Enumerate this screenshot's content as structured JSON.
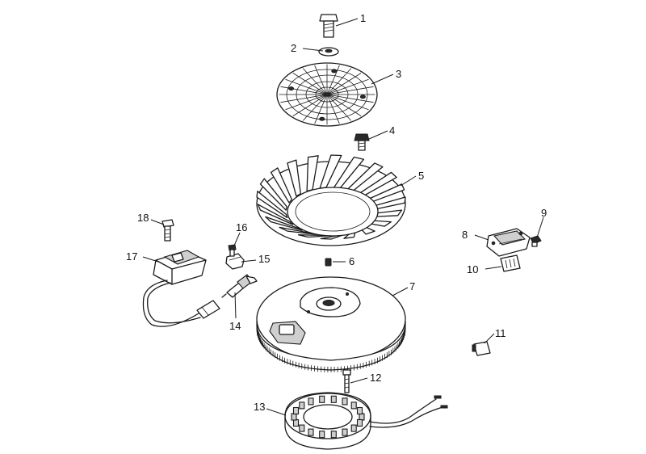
{
  "callouts": [
    {
      "id": "part-1-bolt",
      "label": "1"
    },
    {
      "id": "part-2-washer",
      "label": "2"
    },
    {
      "id": "part-3-screen",
      "label": "3"
    },
    {
      "id": "part-4-bolt",
      "label": "4"
    },
    {
      "id": "part-5-fan",
      "label": "5"
    },
    {
      "id": "part-6-key",
      "label": "6"
    },
    {
      "id": "part-7-flywheel",
      "label": "7"
    },
    {
      "id": "part-8-rectifier",
      "label": "8"
    },
    {
      "id": "part-9-screw",
      "label": "9"
    },
    {
      "id": "part-10-connector",
      "label": "10"
    },
    {
      "id": "part-11-connector",
      "label": "11"
    },
    {
      "id": "part-12-bolt",
      "label": "12"
    },
    {
      "id": "part-13-stator",
      "label": "13"
    },
    {
      "id": "part-14-spark-plug",
      "label": "14"
    },
    {
      "id": "part-15-clip",
      "label": "15"
    },
    {
      "id": "part-16-screw",
      "label": "16"
    },
    {
      "id": "part-17-ignition-coil",
      "label": "17"
    },
    {
      "id": "part-18-bolt",
      "label": "18"
    }
  ]
}
